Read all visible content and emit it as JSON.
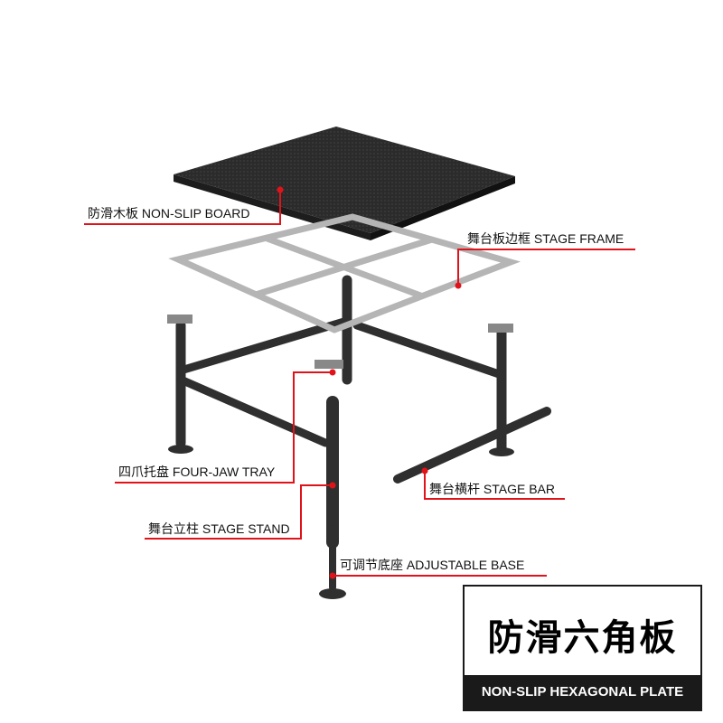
{
  "labels": {
    "board": "防滑木板 NON-SLIP BOARD",
    "frame": "舞台板边框 STAGE FRAME",
    "tray": "四爪托盘 FOUR-JAW TRAY",
    "bar": "舞台横杆 STAGE BAR",
    "stand": "舞台立柱 STAGE STAND",
    "base": "可调节底座 ADJUSTABLE BASE"
  },
  "title_box": {
    "title_zh": "防滑六角板",
    "title_en": "NON-SLIP HEXAGONAL PLATE"
  },
  "colors": {
    "leader": "#e0131b",
    "board": "#2a2a2a",
    "frame": "#c9c9c9",
    "steel": "#3a3a3a"
  }
}
